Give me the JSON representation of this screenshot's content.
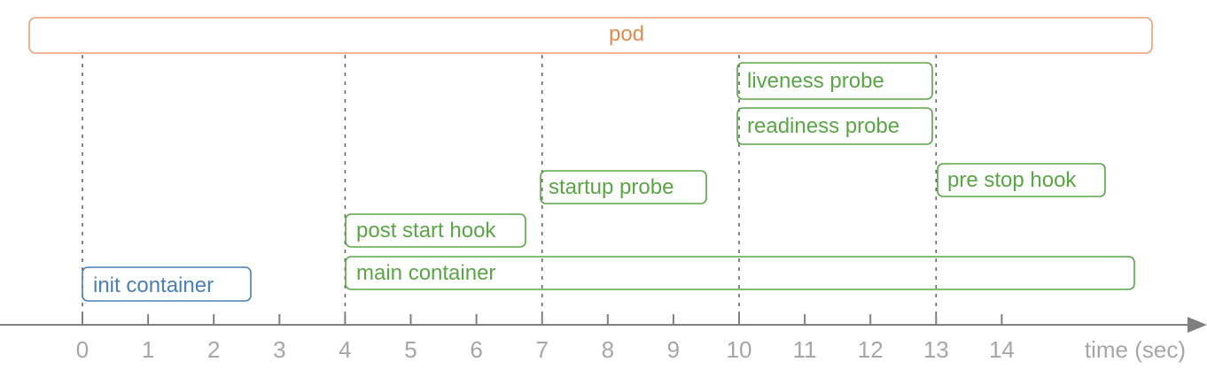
{
  "colors": {
    "pod": "#e8a070",
    "pod_text": "#e08c50",
    "init": "#4a7fb5",
    "green": "#5aa545",
    "axis": "#7f7f7f",
    "tick_text": "#a6a6a6",
    "guide": "#666666"
  },
  "pod_label": "pod",
  "axis": {
    "label": "time (sec)",
    "ticks": [
      "0",
      "1",
      "2",
      "3",
      "4",
      "5",
      "6",
      "7",
      "8",
      "9",
      "10",
      "11",
      "12",
      "13",
      "14"
    ]
  },
  "boxes": {
    "init_container": "init container",
    "main_container": "main container",
    "post_start_hook": "post start hook",
    "startup_probe": "startup probe",
    "liveness_probe": "liveness probe",
    "readiness_probe": "readiness probe",
    "pre_stop_hook": "pre stop hook"
  },
  "timeline": {
    "init_container": [
      0,
      2.5
    ],
    "main_container": [
      4,
      16
    ],
    "post_start_hook": [
      4,
      6.7
    ],
    "startup_probe": [
      7,
      9.5
    ],
    "liveness_probe": [
      10,
      13
    ],
    "readiness_probe": [
      10,
      13
    ],
    "pre_stop_hook": [
      13,
      15.5
    ],
    "guides": [
      0,
      4,
      7,
      10,
      13
    ]
  }
}
